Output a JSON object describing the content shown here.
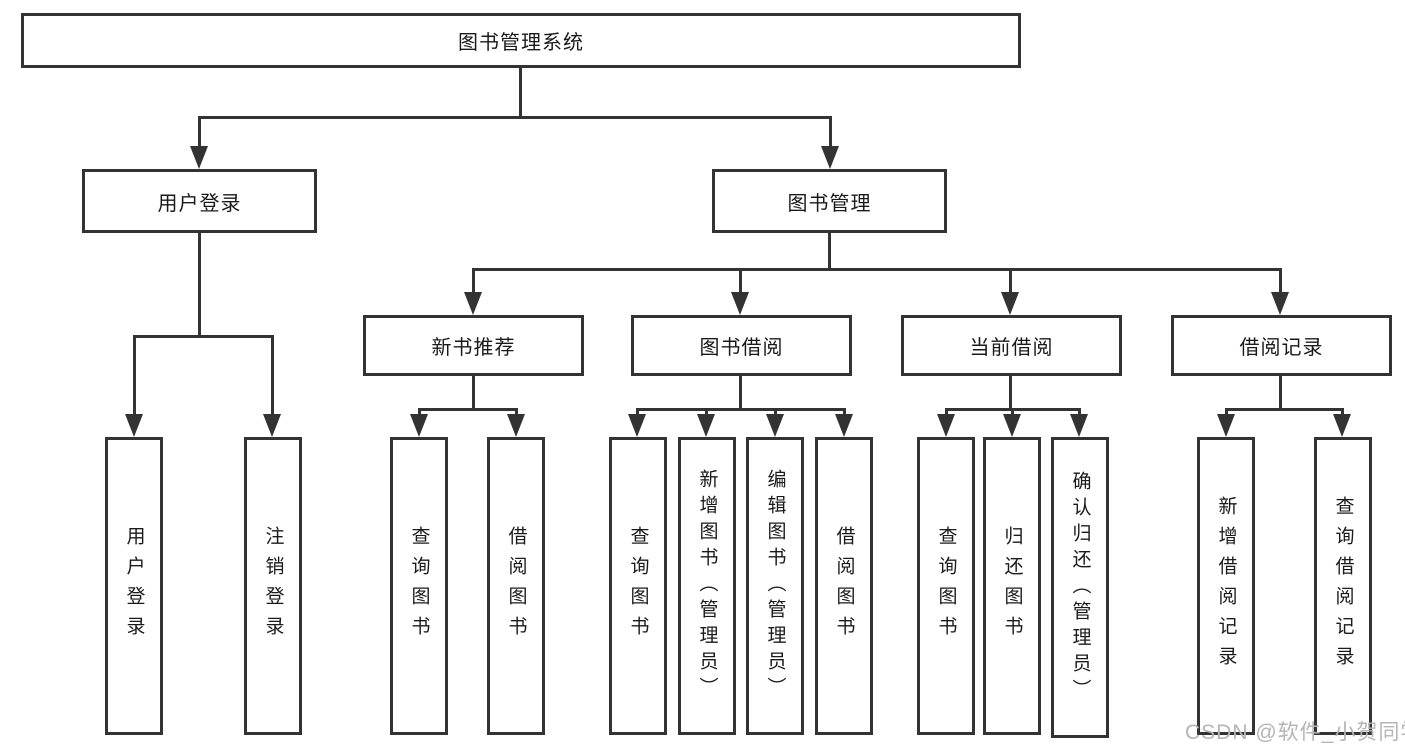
{
  "diagram": {
    "root": {
      "label": "图书管理系统"
    },
    "branches": [
      {
        "label": "用户登录",
        "children": [
          {
            "label": "用户登录"
          },
          {
            "label": "注销登录"
          }
        ]
      },
      {
        "label": "图书管理",
        "children": [
          {
            "label": "新书推荐",
            "children": [
              {
                "label": "查询图书"
              },
              {
                "label": "借阅图书"
              }
            ]
          },
          {
            "label": "图书借阅",
            "children": [
              {
                "label": "查询图书"
              },
              {
                "label": "新增图书（管理员）"
              },
              {
                "label": "编辑图书（管理员）"
              },
              {
                "label": "借阅图书"
              }
            ]
          },
          {
            "label": "当前借阅",
            "children": [
              {
                "label": "查询图书"
              },
              {
                "label": "归还图书"
              },
              {
                "label": "确认归还（管理员）"
              }
            ]
          },
          {
            "label": "借阅记录",
            "children": [
              {
                "label": "新增借阅记录"
              },
              {
                "label": "查询借阅记录"
              }
            ]
          }
        ]
      }
    ]
  },
  "watermark": {
    "text": "CSDN @软件_小贺同学",
    "color": "#b5b5b5"
  },
  "colors": {
    "line": "#333333",
    "text": "#1a1a1a",
    "background": "#ffffff"
  }
}
